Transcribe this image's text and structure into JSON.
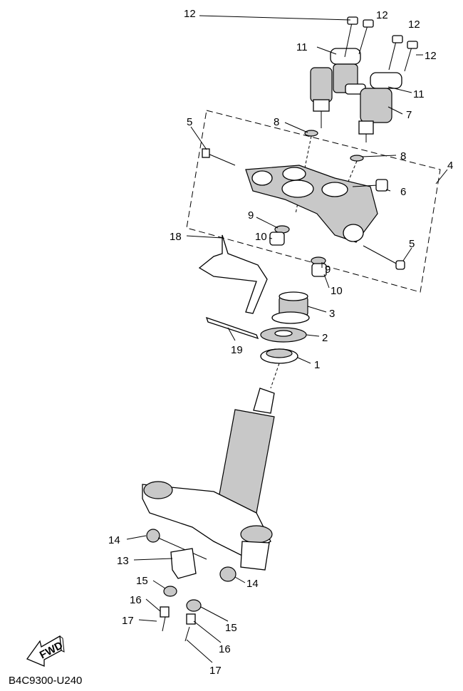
{
  "diagram_title": "B4C9300-U240",
  "fwd_label": "FWD",
  "callouts": [
    "1",
    "2",
    "3",
    "4",
    "5",
    "6",
    "7",
    "8",
    "9",
    "10",
    "11",
    "12",
    "13",
    "14",
    "15",
    "16",
    "17",
    "18",
    "19"
  ]
}
